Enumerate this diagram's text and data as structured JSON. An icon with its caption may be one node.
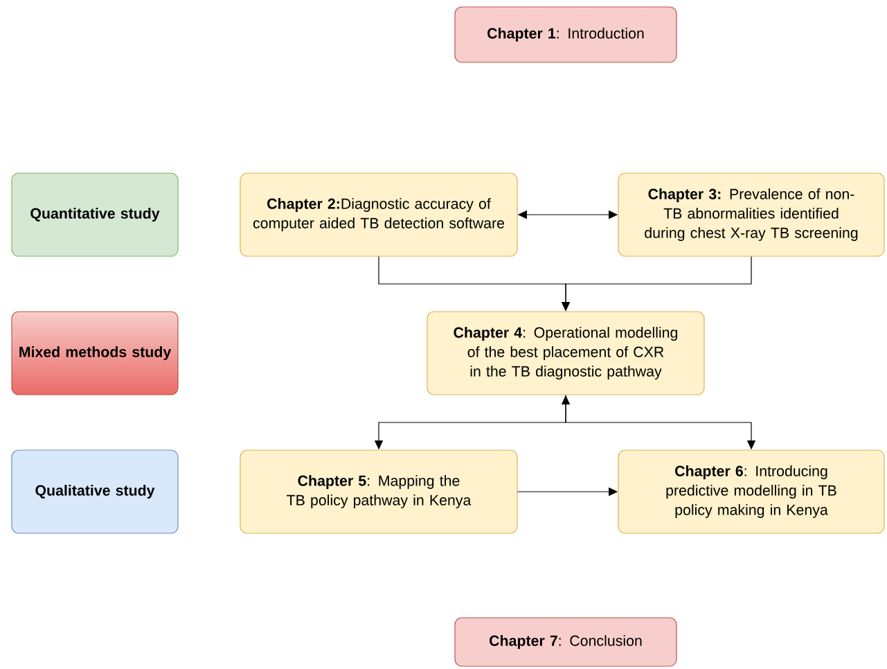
{
  "diagram": {
    "nodes": [
      {
        "text": [
          "**Chapter 1**: Introduction"
        ]
      },
      {
        "text": [
          "Quantitative study"
        ]
      },
      {
        "text": [
          "**Chapter 2:**Diagnostic accuracy of computer aided TB detection software"
        ]
      },
      {
        "text": [
          "**Chapter 3:** Prevalence of non-TB abnormalities identified during chest X-ray TB screening"
        ]
      },
      {
        "text": [
          "Mixed methods study"
        ]
      },
      {
        "text": [
          "**Chapter 4**: Operational modelling of the best placement of CXR in the TB diagnostic pathway"
        ]
      },
      {
        "text": [
          "Qualitative study"
        ]
      },
      {
        "text": [
          "**Chapter 5**: Mapping the TB policy pathway in Kenya"
        ]
      },
      {
        "text": [
          "**Chapter 6**: Introducing predictive modelling in TB policy making in Kenya"
        ]
      },
      {
        "text": [
          "**Chapter 7**: Conclusion"
        ]
      }
    ],
    "edges": [
      {
        "from": 2,
        "to": 3,
        "arrow": "both"
      },
      {
        "from": 2,
        "to": 5,
        "arrow": "to"
      },
      {
        "from": 3,
        "to": 5,
        "arrow": "to"
      },
      {
        "from": 5,
        "to": 7,
        "arrow": "both"
      },
      {
        "from": 5,
        "to": 8,
        "arrow": "to"
      },
      {
        "from": 7,
        "to": 8,
        "arrow": "to"
      }
    ]
  }
}
